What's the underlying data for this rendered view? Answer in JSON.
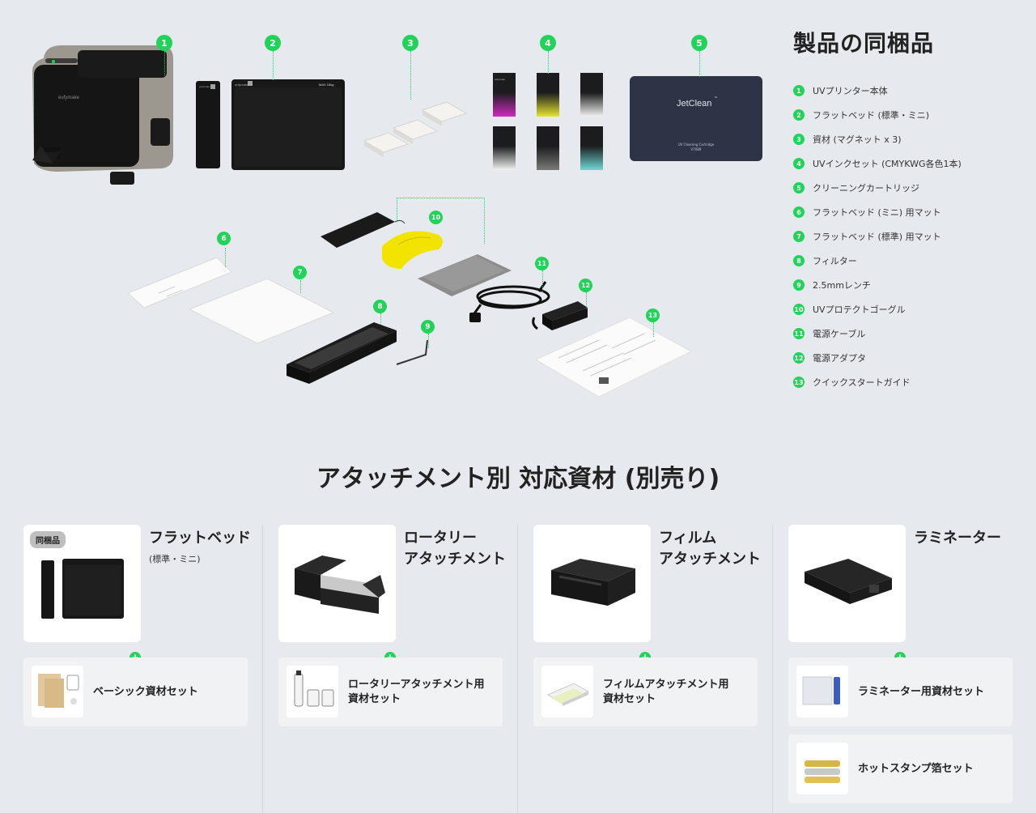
{
  "package": {
    "title": "製品の同梱品",
    "items": [
      {
        "num": "1",
        "label": "UVプリンター本体"
      },
      {
        "num": "2",
        "label": "フラットベッド (標準・ミニ)"
      },
      {
        "num": "3",
        "label": "資材 (マグネット x 3)"
      },
      {
        "num": "4",
        "label": "UVインクセット (CMYKWG各色1本)"
      },
      {
        "num": "5",
        "label": "クリーニングカートリッジ"
      },
      {
        "num": "6",
        "label": "フラットベッド (ミニ) 用マット"
      },
      {
        "num": "7",
        "label": "フラットベッド (標準) 用マット"
      },
      {
        "num": "8",
        "label": "フィルター"
      },
      {
        "num": "9",
        "label": "2.5mmレンチ"
      },
      {
        "num": "10",
        "label": "UVプロテクトゴーグル"
      },
      {
        "num": "11",
        "label": "電源ケーブル"
      },
      {
        "num": "12",
        "label": "電源アダプタ"
      },
      {
        "num": "13",
        "label": "クイックスタートガイド"
      }
    ],
    "image_texts": {
      "printer_logo": "eufymake",
      "bed_mini_logo": "eufymake",
      "bed_standard_logo": "eufymake",
      "bed_standard_weight": "MAX 15kg",
      "ink_brand": "eufymake",
      "jetclean_logo": "JetClean",
      "jetclean_tm": "™",
      "jetclean_caption": "UV Cleaning Cartridge",
      "jetclean_model": "V7089"
    }
  },
  "attachments": {
    "title": "アタッチメント別 対応資材 (別売り)",
    "included_tag": "同梱品",
    "columns": [
      {
        "name": "フラットベッド",
        "sub": "(標準・ミニ)",
        "materials": [
          "ベーシック資材セット"
        ]
      },
      {
        "name": "ロータリー\nアタッチメント",
        "sub": "",
        "materials": [
          "ロータリーアタッチメント用\n資材セット"
        ]
      },
      {
        "name": "フィルム\nアタッチメント",
        "sub": "",
        "materials": [
          "フィルムアタッチメント用\n資材セット"
        ]
      },
      {
        "name": "ラミネーター",
        "sub": "",
        "materials": [
          "ラミネーター用資材セット",
          "ホットスタンプ箔セット"
        ]
      }
    ],
    "plus_symbol": "+"
  },
  "colors": {
    "accent": "#22d35a",
    "background": "#e6eaee",
    "card": "#ffffff",
    "material_card": "#f0f2f4",
    "text": "#222222"
  }
}
